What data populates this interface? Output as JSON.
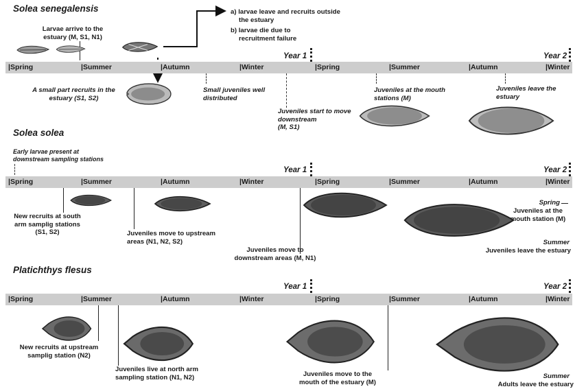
{
  "colors": {
    "bar": "#cdcdcd",
    "fish_dark": "#3a3a3a",
    "fish_mid": "#6e6e6e",
    "fish_light": "#a8a8a8",
    "text": "#1a1a1a"
  },
  "timeline": {
    "seasons": [
      "|Spring",
      "|Summer",
      "|Autumn",
      "|Winter",
      "|Spring",
      "|Summer",
      "|Autumn",
      "|Winter"
    ],
    "year1": "Year 1",
    "year2": "Year 2"
  },
  "senegalensis": {
    "title": "Solea senegalensis",
    "arrive": "Larvae arrive to the\nestuary (M, S1, N1)",
    "outcome_a": "a) larvae leave and recruits outside",
    "outcome_a2": "the estuary",
    "outcome_b": "b) larvae die due to",
    "outcome_b2": "recruitment failure",
    "small_part": "A small part recruits in the\nestuary (S1, S2)",
    "small_juv": "Small juveniles well\ndistributed",
    "start_move": "Juveniles start to move\ndownstream\n(M, S1)",
    "mouth": "Juveniles at the mouth\nstations (M)",
    "leave": "Juveniles leave the\nestuary"
  },
  "solea": {
    "title": "Solea solea",
    "early": "Early larvae present at\ndownstream sampling stations",
    "new_recruits": "New recruits at south\narm samplig stations\n(S1, S2)",
    "upstream": "Juveniles move to upstream\nareas (N1, N2, S2)",
    "downstream": "Juveniles move to\ndownstream areas (M, N1)",
    "spring": "Spring",
    "mouth": "Juveniles at the\nmouth station (M)",
    "summer": "Summer",
    "leave": "Juveniles leave the estuary"
  },
  "flesus": {
    "title": "Platichthys flesus",
    "new_recruits": "New recruits at upstream\nsamplig station (N2)",
    "north": "Juveniles live at north arm\nsampling station (N1, N2)",
    "mouth": "Juveniles move to the\nmouth of the estuary (M)",
    "summer": "Summer",
    "adults": "Adults leave the estuary"
  }
}
